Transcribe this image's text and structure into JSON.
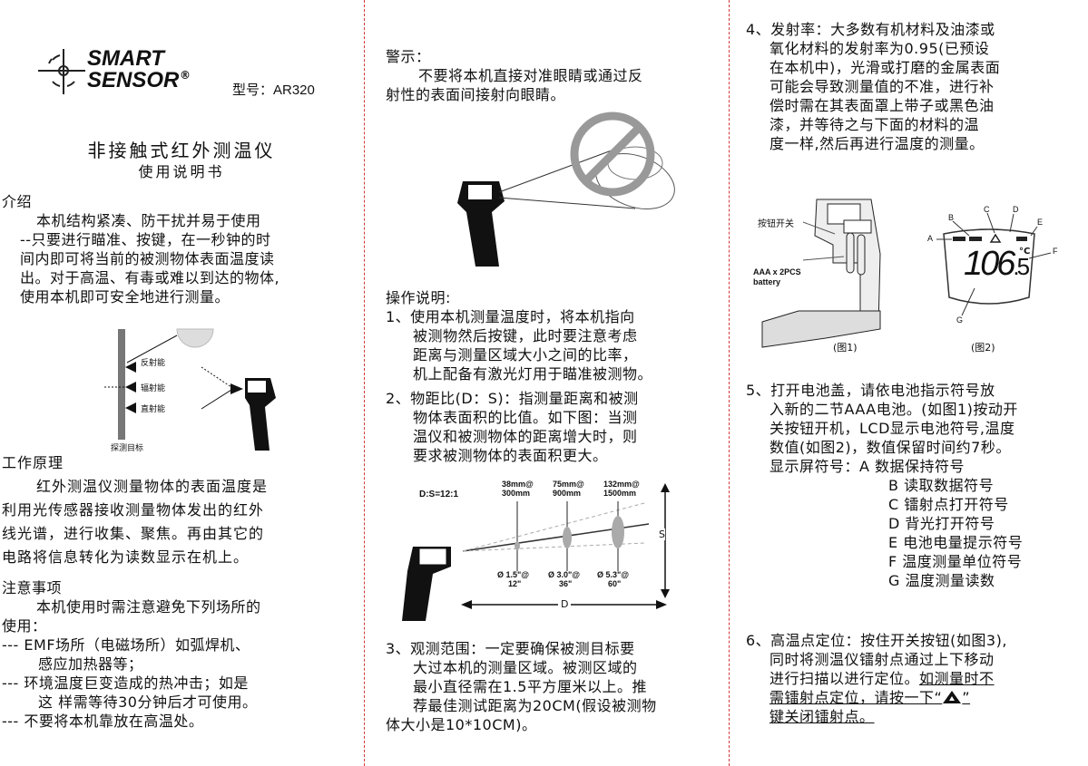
{
  "brand": {
    "line1": "SMART",
    "line2": "SENSOR",
    "reg": "®"
  },
  "model": "型号：AR320",
  "title": "非接触式红外测温仪",
  "subtitle": "使用说明书",
  "intro": {
    "heading": "介绍",
    "lines": [
      "本机结构紧凑、防干扰并易于使用",
      "--只要进行瞄准、按键，在一秒钟的时",
      "间内即可将当前的被测物体表面温度读",
      "出。对于高温、有毒或难以到达的物体,",
      "使用本机即可安全地进行测量。"
    ]
  },
  "fig_principle": {
    "labels": [
      "反射能",
      "辐射能",
      "直射能"
    ],
    "target": "探测目标"
  },
  "principle": {
    "heading": "工作原理",
    "lines": [
      "红外测温仪测量物体的表面温度是",
      "利用光传感器接收测量物体发出的红外",
      "线光谱，进行收集、聚焦。再由其它的",
      "电路将信息转化为读数显示在机上。"
    ]
  },
  "cautions": {
    "heading": "注意事项",
    "lines": [
      "本机使用时需注意避免下列场所的",
      "使用：",
      "--- EMF场所（电磁场所）如弧焊机、",
      "感应加热器等；",
      "--- 环境温度巨变造成的热冲击；如是",
      "这 样需等待30分钟后才可使用。",
      "--- 不要将本机靠放在高温处。"
    ]
  },
  "warning": {
    "heading": "警示：",
    "lines": [
      "不要将本机直接对准眼睛或通过反",
      "射性的表面间接射向眼睛。"
    ]
  },
  "operation": {
    "heading": "操作说明:",
    "item1": [
      "1、使用本机测量温度时，将本机指向",
      "被测物然后按键，此时要注意考虑",
      "距离与测量区域大小之间的比率，",
      "机上配备有激光灯用于瞄准被测物。"
    ],
    "item2": [
      "2、物距比(D：S)：指测量距离和被测",
      "物体表面积的比值。如下图：当测",
      "温仪和被测物体的距离增大时，则",
      "要求被测物体的表面积更大。"
    ],
    "item3": [
      "3、观测范围：一定要确保被测目标要",
      "大过本机的测量区域。被测区域的",
      "最小直径需在1.5平方厘米以上。推",
      "荐最佳测试距离为20CM(假设被测物",
      "体大小是10*10CM)。"
    ]
  },
  "ds_diagram": {
    "ratio": "D:S=12:1",
    "top": [
      [
        "38mm@",
        "300mm"
      ],
      [
        "75mm@",
        "900mm"
      ],
      [
        "132mm@",
        "1500mm"
      ]
    ],
    "bottom": [
      [
        "Ø 1.5\"@",
        "12\""
      ],
      [
        "Ø 3.0\"@",
        "36\""
      ],
      [
        "Ø 5.3\"@",
        "60\""
      ]
    ],
    "d": "D",
    "s": "S"
  },
  "emissivity": [
    "4、发射率：大多数有机材料及油漆或",
    "氧化材料的发射率为0.95(已预设",
    "在本机中)，光滑或打磨的金属表面",
    "可能会导致测量值的不准，进行补",
    "偿时需在其表面罩上带子或黑色油",
    "漆，并等待之与下面的材料的温",
    "度一样,然后再进行温度的测量。"
  ],
  "fig1": {
    "switch": "按钮开关",
    "battery1": "AAA x 2PCS",
    "battery2": "battery",
    "caption": "(图1)"
  },
  "fig2": {
    "reading": "106",
    "decimal": ".5",
    "unit": "°C",
    "letters": [
      "A",
      "B",
      "C",
      "D",
      "E",
      "F",
      "G"
    ],
    "caption": "(图2)"
  },
  "battery_section": {
    "lines": [
      "5、打开电池盖，请依电池指示符号放",
      "入新的二节AAA电池。(如图1)按动开",
      "关按钮开机，LCD显示电池符号,温度",
      "数值(如图2)，数值保留时间约7秒。"
    ],
    "symbols_label": "显示屏符号：",
    "symbols": [
      "A 数据保持符号",
      "B 读取数据符号",
      "C 镭射点打开符号",
      "D 背光打开符号",
      "E 电池电量提示符号",
      "F 温度测量单位符号",
      "G 温度测量读数"
    ]
  },
  "hotspot": {
    "lines": [
      "6、高温点定位：按住开关按钮(如图3),",
      "同时将测温仪镭射点通过上下移动",
      "进行扫描以进行定位。"
    ],
    "u1": "如测量时不",
    "u2": "需镭射点定位，请按一下“",
    "u2b": "”",
    "u3": "键关闭镭射点。"
  }
}
